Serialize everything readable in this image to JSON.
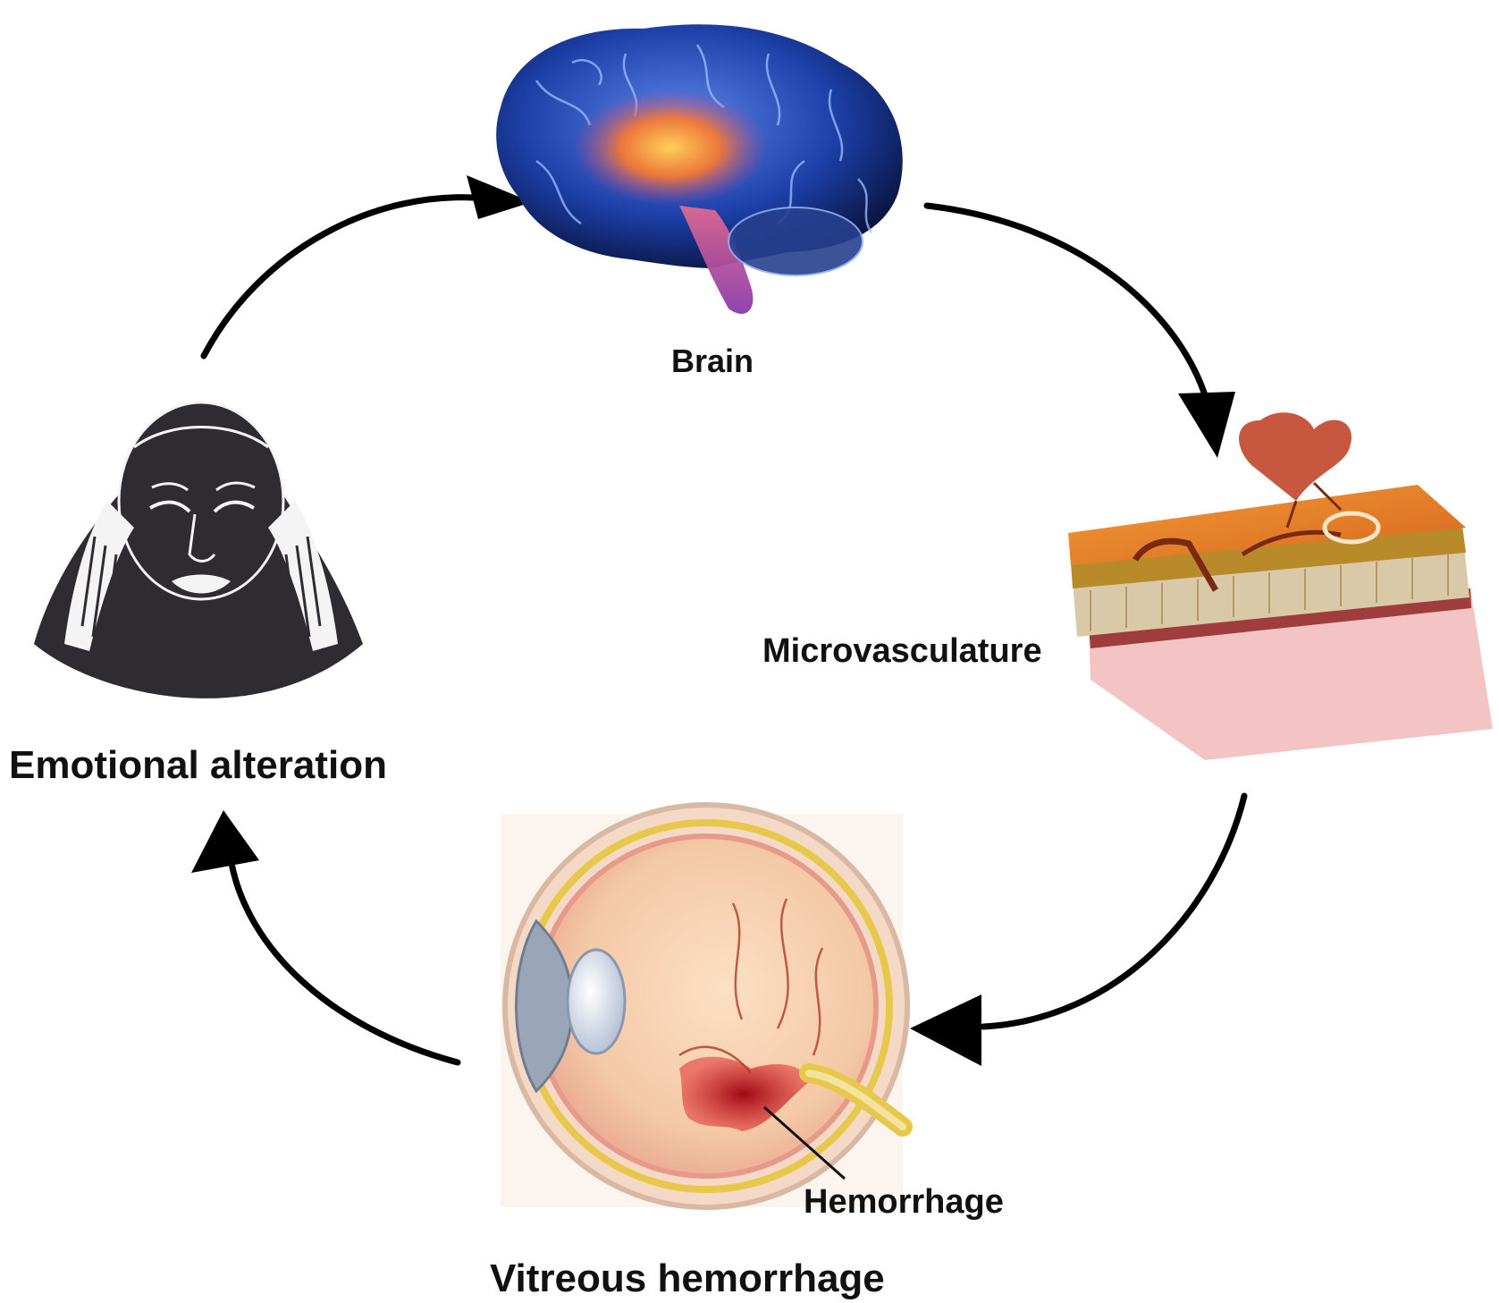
{
  "labels": {
    "brain": "Brain",
    "microvasculature": "Microvasculature",
    "emotional_alteration": "Emotional alteration",
    "hemorrhage": "Hemorrhage",
    "vitreous_hemorrhage": "Vitreous hemorrhage"
  },
  "cycle_order": [
    "Emotional alteration",
    "Brain",
    "Microvasculature",
    "Vitreous hemorrhage"
  ],
  "colors": {
    "arrow": "#000000",
    "head_silhouette": "#2e2c30",
    "brain_blue": "#1c3fa8",
    "brain_glow": "#ff7a2a",
    "tissue_orange": "#e8772e",
    "tissue_pink": "#f4c4c4",
    "eye_yellow": "#e8c84a",
    "blood_red": "#c0151f"
  }
}
